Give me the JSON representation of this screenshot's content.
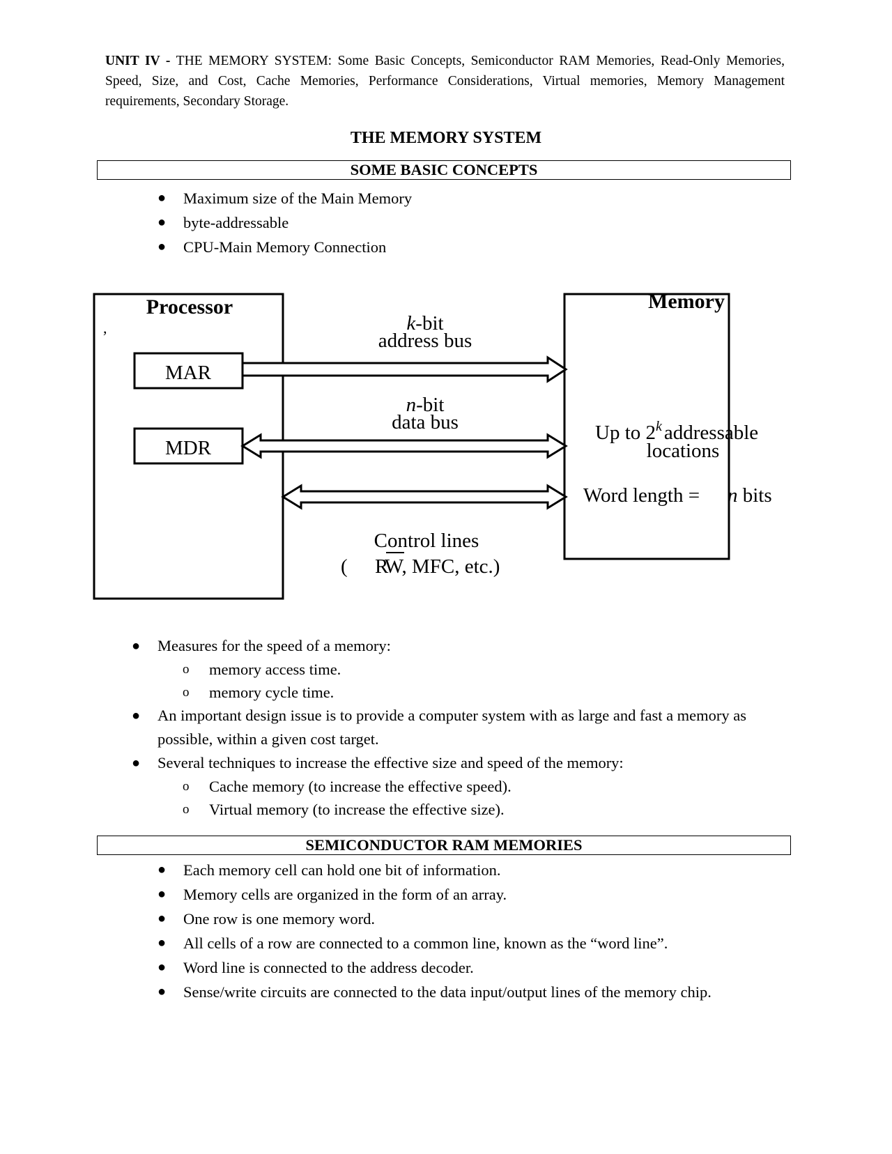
{
  "intro": {
    "unit_label": "UNIT IV -",
    "text": "THE MEMORY SYSTEM: Some Basic Concepts, Semiconductor RAM Memories, Read-Only Memories, Speed, Size, and Cost, Cache Memories, Performance Considerations, Virtual memories, Memory Management requirements, Secondary Storage."
  },
  "main_title": "THE MEMORY SYSTEM",
  "sections": {
    "basic_concepts": {
      "title": "SOME BASIC CONCEPTS",
      "bullets": [
        "Maximum size of the Main Memory",
        "byte-addressable",
        "CPU-Main Memory Connection"
      ]
    },
    "speed": {
      "items": [
        {
          "text": "Measures for the speed of a memory:",
          "subs": [
            "memory access time.",
            "memory cycle time."
          ]
        },
        {
          "text": "An important design issue is to provide a computer system with as large and fast a memory as possible, within a given cost target.",
          "subs": []
        },
        {
          "text": "Several techniques to increase the effective size and speed of the memory:",
          "subs": [
            "Cache memory (to increase the effective speed).",
            "Virtual memory (to increase the effective size)."
          ]
        }
      ]
    },
    "ram": {
      "title": "SEMICONDUCTOR RAM MEMORIES",
      "bullets": [
        "Each memory cell can hold one bit of information.",
        "Memory cells are organized in the form of an array.",
        "One row is one memory word.",
        "All cells of a row are connected to a common line, known as the “word line”.",
        "Word line is connected to the address decoder.",
        "Sense/write circuits are connected to the data input/output lines of the memory chip."
      ]
    }
  },
  "diagram": {
    "processor_label": "Processor",
    "stray_mark": ",",
    "mar_label": "MAR",
    "mdr_label": "MDR",
    "memory_label": "Memory",
    "address_bus": {
      "var": "k",
      "suffix": "-bit",
      "line2": "address bus"
    },
    "data_bus": {
      "var": "n",
      "suffix": "-bit",
      "line2": "data bus"
    },
    "addressable": {
      "prefix": "Up to 2",
      "exp": "k",
      "suffix": "addressable",
      "line2": "locations"
    },
    "word_length": {
      "label": "Word length =",
      "var": "n",
      "suffix": " bits"
    },
    "control": {
      "line1": "Control lines",
      "open_paren": "(",
      "rw": "R",
      "w_bar": "W",
      "rest": ", MFC, etc.)"
    }
  }
}
